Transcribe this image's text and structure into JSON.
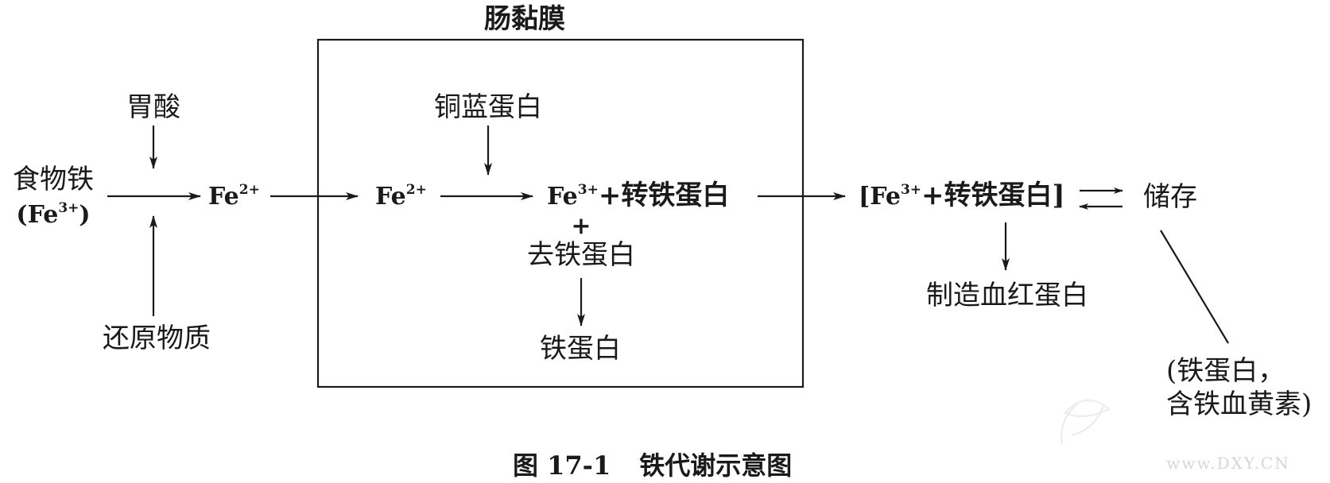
{
  "box_title": "肠黏膜",
  "nodes": {
    "stomach_acid": "胃酸",
    "food_iron": "食物铁",
    "food_iron_formula": {
      "open": "(Fe",
      "sup": "3+",
      "close": ")"
    },
    "reducing_agents": "还原物质",
    "fe2_outside": {
      "base": "Fe",
      "sup": "2+"
    },
    "fe2_inside": {
      "base": "Fe",
      "sup": "2+"
    },
    "ceruloplasmin": "铜蓝蛋白",
    "fe3_transferrin": {
      "base": "Fe",
      "sup": "3+",
      "rest": "+转铁蛋白"
    },
    "plus": "+",
    "apoferritin": "去铁蛋白",
    "ferritin": "铁蛋白",
    "blood_complex": {
      "open": "[Fe",
      "sup": "3+",
      "rest": "+转铁蛋白]"
    },
    "storage": "储存",
    "hemoglobin": "制造血红蛋白",
    "storage_forms": {
      "line1": "(铁蛋白，",
      "line2": "含铁血黄素)"
    }
  },
  "caption": {
    "number": "图 17-1",
    "title": "铁代谢示意图"
  },
  "watermark": "www.DXY.CN",
  "colors": {
    "ink": "#1a1a1a",
    "watermark": "#d6d6d6"
  }
}
